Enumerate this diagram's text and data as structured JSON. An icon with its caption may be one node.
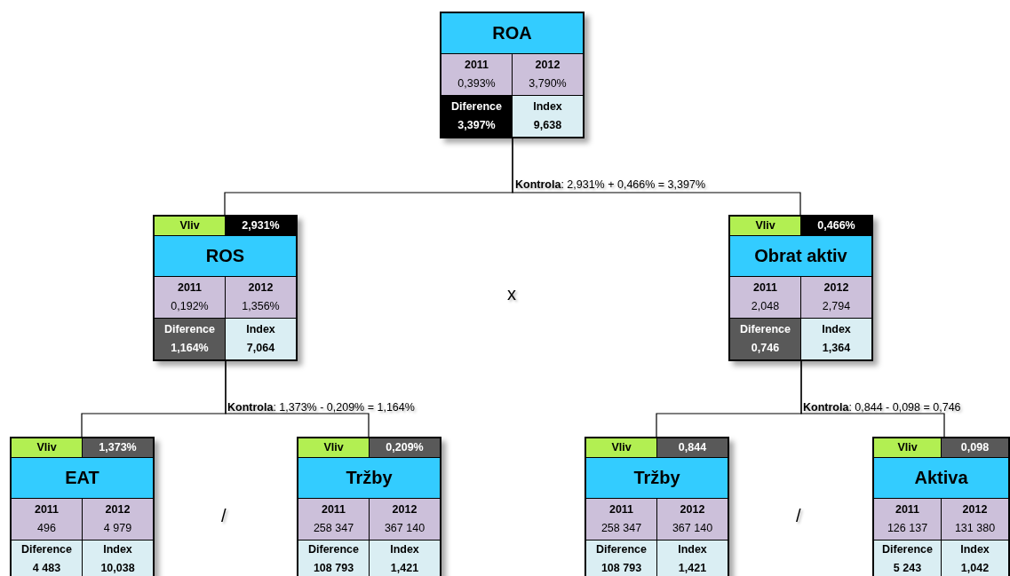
{
  "diagram": {
    "nodes": [
      {
        "text": [
          "ROA",
          "2011",
          "0,393%",
          "2012",
          "3,790%",
          "Diference",
          "3,397%",
          "Index",
          "9,638"
        ]
      },
      {
        "text": [
          "Vliv",
          "2,931%",
          "ROS",
          "2011",
          "0,192%",
          "2012",
          "1,356%",
          "Diference",
          "1,164%",
          "Index",
          "7,064"
        ]
      },
      {
        "text": [
          "Vliv",
          "0,466%",
          "Obrat aktiv",
          "2011",
          "2,048",
          "2012",
          "2,794",
          "Diference",
          "0,746",
          "Index",
          "1,364"
        ]
      },
      {
        "text": [
          "Vliv",
          "1,373%",
          "EAT",
          "2011",
          "496",
          "2012",
          "4 979",
          "Diference",
          "4 483",
          "Index",
          "10,038"
        ]
      },
      {
        "text": [
          "Vliv",
          "0,209%",
          "Tržby",
          "2011",
          "258 347",
          "2012",
          "367 140",
          "Diference",
          "108 793",
          "Index",
          "1,421"
        ]
      },
      {
        "text": [
          "Vliv",
          "0,844",
          "Tržby",
          "2011",
          "258 347",
          "2012",
          "367 140",
          "Diference",
          "108 793",
          "Index",
          "1,421"
        ]
      },
      {
        "text": [
          "Vliv",
          "0,098",
          "Aktiva",
          "2011",
          "126 137",
          "2012",
          "131 380",
          "Diference",
          "5 243",
          "Index",
          "1,042"
        ]
      }
    ],
    "edges": [
      {
        "from": 0,
        "to": 1,
        "arrow": "none"
      },
      {
        "from": 0,
        "to": 2,
        "arrow": "none"
      },
      {
        "from": 1,
        "to": 3,
        "arrow": "none"
      },
      {
        "from": 1,
        "to": 4,
        "arrow": "none"
      },
      {
        "from": 2,
        "to": 5,
        "arrow": "none"
      },
      {
        "from": 2,
        "to": 6,
        "arrow": "none"
      }
    ],
    "labels": [
      "**Kontrola**: 2,931% + 0,466% = 3,397%",
      "x",
      "**Kontrola**: 1,373% - 0,209% = 1,164%",
      "**Kontrola**: 0,844 - 0,098 = 0,746",
      "/",
      "/"
    ]
  }
}
